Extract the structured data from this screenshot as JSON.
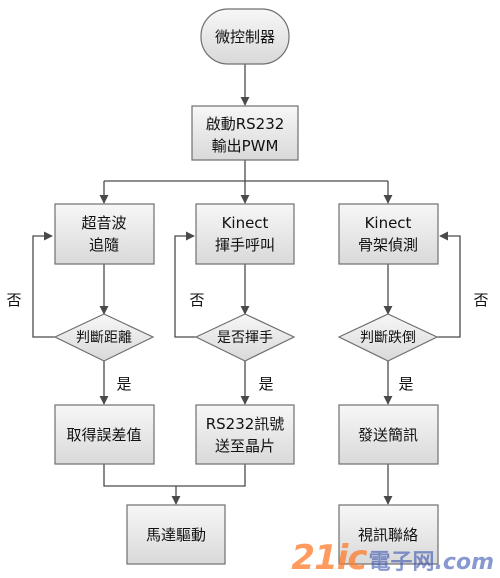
{
  "nodes": {
    "controller": "微控制器",
    "start_line1": "啟動RS232",
    "start_line2": "輸出PWM",
    "ultrasonic_line1": "超音波",
    "ultrasonic_line2": "追隨",
    "wave_line1": "Kinect",
    "wave_line2": "揮手呼叫",
    "skeleton_line1": "Kinect",
    "skeleton_line2": "骨架偵測",
    "judge_distance": "判斷距離",
    "is_wave": "是否揮手",
    "judge_fall": "判斷跌倒",
    "get_error": "取得誤差值",
    "signal_line1": "RS232訊號",
    "signal_line2": "送至晶片",
    "send_sms": "發送簡訊",
    "motor_drive": "馬達驅動",
    "video_call": "視訊聯絡"
  },
  "edge_labels": {
    "no_left": "否",
    "no_middle": "否",
    "no_right": "否",
    "yes_left": "是",
    "yes_middle": "是",
    "yes_right": "是"
  },
  "watermark": {
    "logo": "21ic",
    "cn": "電子网",
    "domain": ".com"
  },
  "colors": {
    "box_fill_top": "#f7f7f7",
    "box_fill_bottom": "#d9d9d9",
    "line": "#4a4a4a"
  }
}
